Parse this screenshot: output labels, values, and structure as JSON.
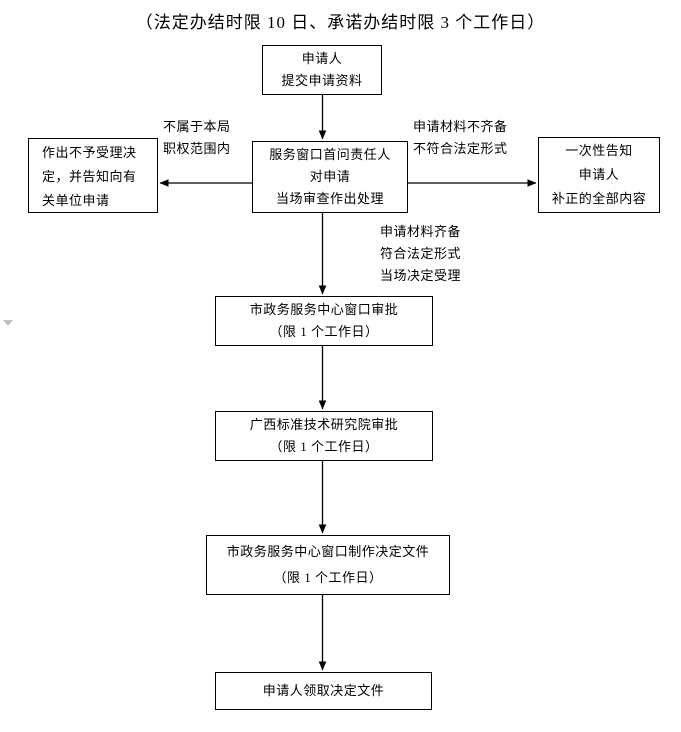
{
  "title": "（法定办结时限 10 日、承诺办结时限 3 个工作日）",
  "nodes": {
    "applicant": {
      "lines": [
        "申请人",
        "提交申请资料"
      ]
    },
    "responsible": {
      "lines": [
        "服务窗口首问责任人",
        "对申请",
        "当场审查作出处理"
      ]
    },
    "reject": {
      "text": "作出不予受理决定，并告知向有关单位申请"
    },
    "notify": {
      "lines": [
        "一次性告知",
        "申请人",
        "补正的全部内容"
      ]
    },
    "approve1": {
      "lines": [
        "市政务服务中心窗口审批",
        "（限 1 个工作日）"
      ]
    },
    "approve2": {
      "lines": [
        "广西标准技术研究院审批",
        "（限 1 个工作日）"
      ]
    },
    "makedoc": {
      "lines": [
        "市政务服务中心窗口制作决定文件",
        "（限 1 个工作日）"
      ]
    },
    "receive": {
      "lines": [
        "申请人领取决定文件"
      ]
    }
  },
  "labels": {
    "not_in_scope": {
      "lines": [
        "不属于本局",
        "职权范围内"
      ]
    },
    "incomplete": {
      "lines": [
        "申请材料不齐备",
        "不符合法定形式"
      ]
    },
    "complete": {
      "lines": [
        "申请材料齐备",
        "符合法定形式",
        "当场决定受理"
      ]
    }
  },
  "colors": {
    "line": "#000000",
    "background": "#ffffff",
    "text": "#000000"
  }
}
